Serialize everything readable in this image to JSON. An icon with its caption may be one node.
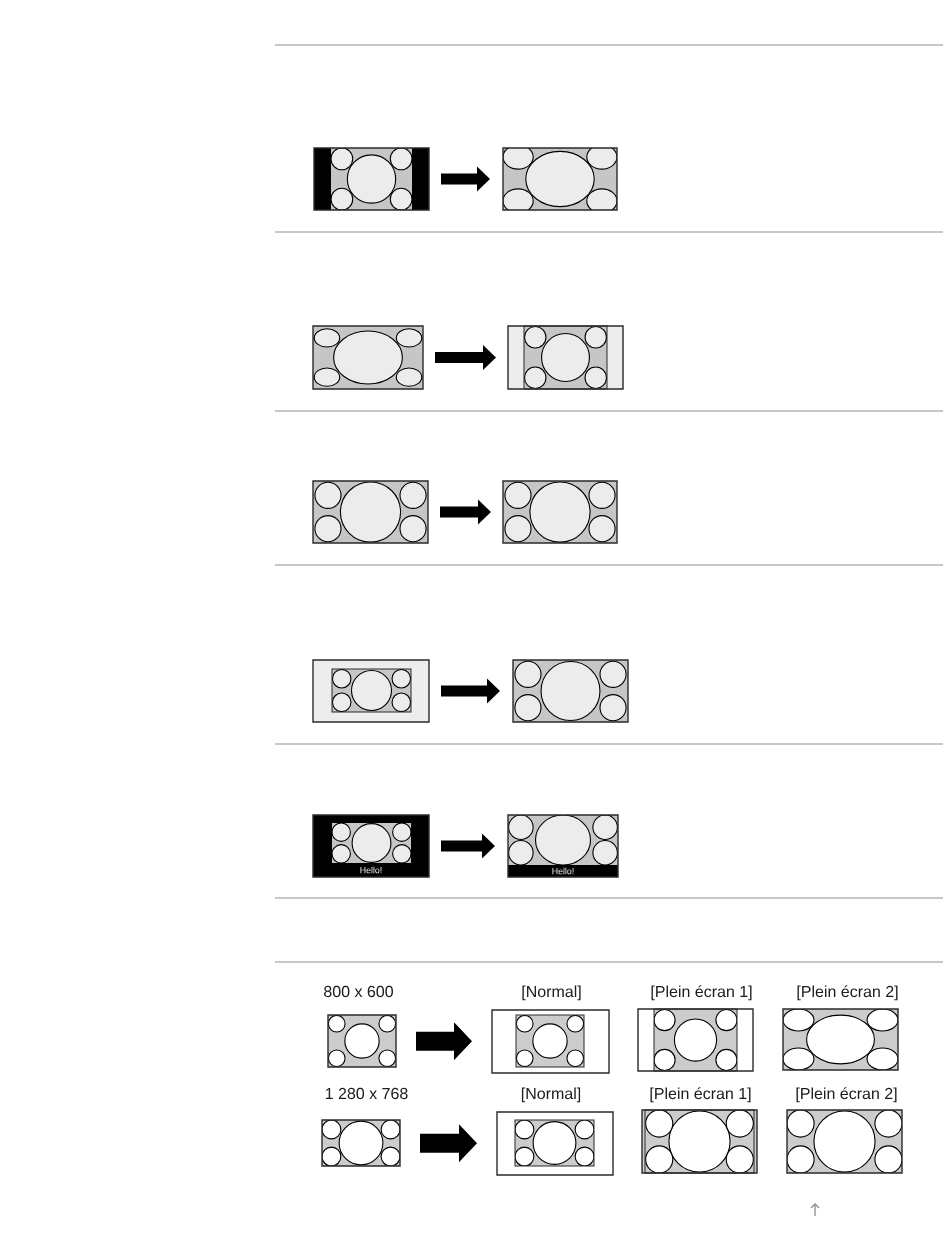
{
  "diagram": {
    "nodes": [
      {
        "text": [],
        "shape": "picture"
      },
      {
        "text": [],
        "shape": "picture"
      },
      {
        "text": [],
        "shape": "picture"
      },
      {
        "text": [],
        "shape": "picture"
      },
      {
        "text": [],
        "shape": "picture"
      },
      {
        "text": [],
        "shape": "picture"
      },
      {
        "text": [],
        "shape": "picture"
      },
      {
        "text": [],
        "shape": "picture"
      },
      {
        "text": [
          "Hello!"
        ]
      },
      {
        "text": [
          "Hello!"
        ]
      },
      {
        "text": [
          "800 x 600"
        ]
      },
      {
        "text": [
          "[Normal]"
        ]
      },
      {
        "text": [
          "[Plein écran 1]"
        ]
      },
      {
        "text": [
          "[Plein écran 2]"
        ]
      },
      {
        "text": [
          "1 280 x 768"
        ]
      },
      {
        "text": [
          "[Normal]"
        ]
      },
      {
        "text": [
          "[Plein écran 1]"
        ]
      },
      {
        "text": [
          "[Plein écran 2]"
        ]
      }
    ],
    "edges": [
      {
        "from": 0,
        "to": 1,
        "arrow": "to"
      },
      {
        "from": 2,
        "to": 3,
        "arrow": "to"
      },
      {
        "from": 4,
        "to": 5,
        "arrow": "to"
      },
      {
        "from": 6,
        "to": 7,
        "arrow": "to"
      },
      {
        "from": 8,
        "to": 9,
        "arrow": "to"
      },
      {
        "from": 10,
        "to": 11,
        "arrow": "to"
      },
      {
        "from": 14,
        "to": 15,
        "arrow": "to"
      }
    ]
  }
}
